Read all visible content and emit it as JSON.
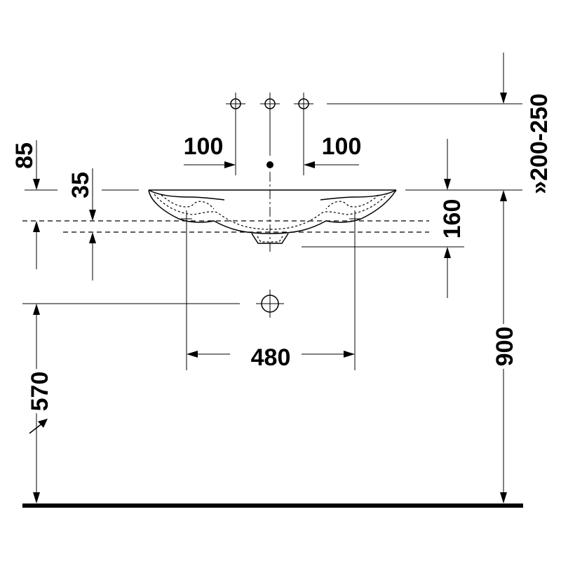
{
  "dimensions": {
    "tap_spacing_left": "100",
    "tap_spacing_right": "100",
    "top_offset": "85",
    "rim_height": "35",
    "waste_range": "»200-250",
    "basin_depth": "160",
    "fixing_spacing": "480",
    "waste_height": "570",
    "rim_floor_height": "900"
  },
  "colors": {
    "line": "#000000",
    "background": "#ffffff"
  }
}
